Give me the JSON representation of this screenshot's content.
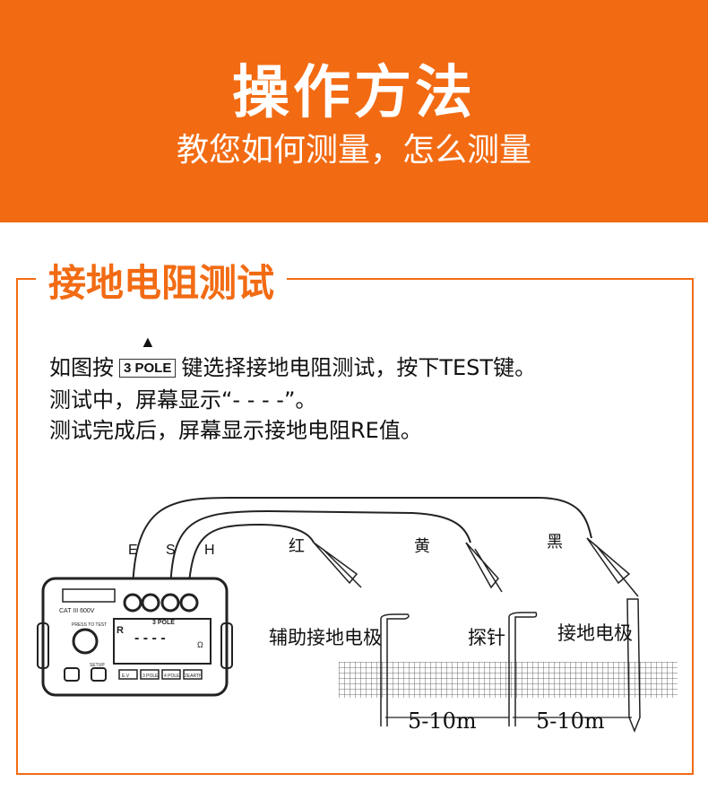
{
  "header": {
    "title": "操作方法",
    "subtitle": "教您如何测量，怎么测量"
  },
  "section": {
    "title": "接地电阻测试",
    "line1_a": "如图按",
    "key": "3 POLE",
    "line1_b": "键选择接地电阻测试，按下TEST键。",
    "line2": "测试中，屏幕显示“- - - -”。",
    "line3": "测试完成后，屏幕显示接地电阻RE值。"
  },
  "diagram": {
    "terminals": [
      "E",
      "S",
      "H"
    ],
    "clips": [
      "红",
      "黄",
      "黑"
    ],
    "electrodes": [
      "辅助接地电极",
      "探针",
      "接地电极"
    ],
    "distances": [
      "5-10m",
      "5-10m"
    ],
    "device": {
      "screen_mode": "3 POLE",
      "reading": "- - - -",
      "unit": "Ω",
      "cat": "CAT III 600V",
      "press": "PRESS TO TEST",
      "setup": "SETUP",
      "buttons": [
        "E.V",
        "3 POLE",
        "4 POLE",
        "2EARTH"
      ]
    }
  }
}
